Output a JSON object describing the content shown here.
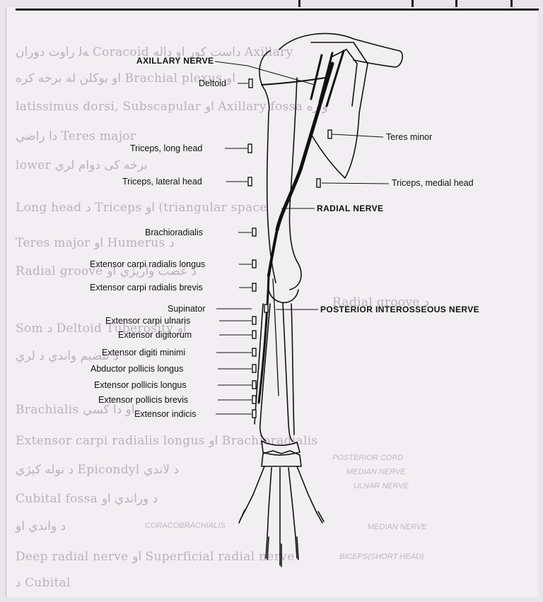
{
  "background_text": [
    "ﻪﻟ ﺭﺍﻭﺕ ﺩﻭﺭﺍﻥ Coracoid ﺩﺍﺳﺖ ﮐﻮﺭ ﺍﻭ ﺩﺍﻟﻪ Axillary",
    "ﺍﻭ ﺑﻮﮐﻠﻦ ﻟﻪ ﺑﺮﺧﻪ ﮐﺮﻩ Brachial plexus ﺍﻭ",
    "latissimus dorsi, Subscapular ﺍﻭ Axillary fossa ﻭﺍﺭﻩ",
    "ﺩﺍ ﺭﺍﺿﻲ Teres major",
    "lower ﺑﺮﺧﻪ ﮐﯽ ﺩﻭﺍﻡ ﻟﺮﻱ",
    "Long head ﺩ Triceps ﺍﻭ (triangular space",
    "Teres major ﺍﻭ Humerus ﺩ",
    "Radial groove ﺩ ﻋﺼﺐ ﻭﺍﺭﻳﮋﻱ ﺍﻭ",
    "Radial groove ﺩ",
    "Som ﺩ Deltoid Tuberosity ﺍﻭ",
    "ﺩ ﺗﻨﻀﻴﻢ ﻭﺍﻧﺪﻱ ﺩ ﻟﺮﻱ",
    "Brachialis ﺍﻭ ﺩﺍ ﮐﺴﻲ",
    "Extensor carpi radialis longus ﺍﻭ Brachioradialis",
    "ﺩ ﺗﻮﻟﻪ ﮐﻴﮋﻱ Epicondyl ﺩ ﻟﺎﻧﺪﻱ",
    "Cubital fossa ﺩ ﻭﺭﺍﻧﺪﻱ ﺍﻭ",
    "ﺩ ﻭﺍﻧﺪﻱ ﺍﻭ",
    "Deep radial nerve ﺍﻭ Superficial radial nerve",
    "ﺩ Cubital"
  ],
  "background_ghost_labels": [
    "POSTERIOR CORD",
    "MEDIAN NERVE",
    "ULNAR NERVE",
    "CORACOBRACHIALIS",
    "MEDIAN NERVE",
    "BICEPS(SHORT HEAD)"
  ],
  "labels": {
    "axillary_nerve": "AXILLARY NERVE",
    "deltoid": "Deltoid",
    "teres_minor": "Teres minor",
    "triceps_long": "Triceps, long head",
    "triceps_lateral": "Triceps, lateral head",
    "triceps_medial": "Triceps, medial head",
    "radial_nerve": "RADIAL NERVE",
    "brachioradialis": "Brachioradialis",
    "ecr_longus": "Extensor carpi radialis longus",
    "ecr_brevis": "Extensor carpi radialis brevis",
    "supinator": "Supinator",
    "posterior_interosseous": "POSTERIOR INTEROSSEOUS NERVE",
    "ecu": "Extensor carpi ulnaris",
    "ext_digitorum": "Extensor digitorum",
    "ext_digiti_minimi": "Extensor digiti minimi",
    "abd_pollicis_longus": "Abductor pollicis longus",
    "ext_pollicis_longus": "Extensor pollicis longus",
    "ext_pollicis_brevis": "Extensor pollicis brevis",
    "ext_indicis": "Extensor indicis"
  }
}
